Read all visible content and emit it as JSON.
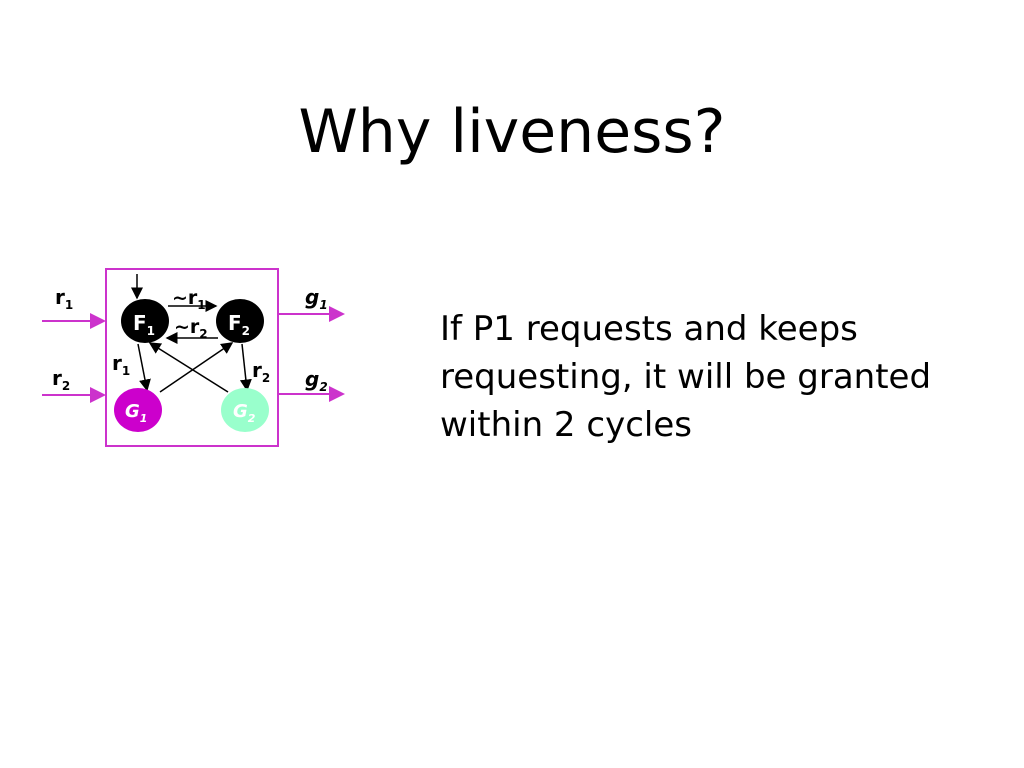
{
  "slide": {
    "title": "Why liveness?",
    "body_lines": [
      "If P1 requests and keeps",
      "requesting, it will be granted",
      "within 2 cycles"
    ]
  },
  "diagram": {
    "nodes": {
      "f1": {
        "letter": "F",
        "sub": "1"
      },
      "f2": {
        "letter": "F",
        "sub": "2"
      },
      "g1": {
        "letter": "G",
        "sub": "1"
      },
      "g2": {
        "letter": "G",
        "sub": "2"
      }
    },
    "inputs": {
      "r1": {
        "letter": "r",
        "sub": "1"
      },
      "r2": {
        "letter": "r",
        "sub": "2"
      }
    },
    "outputs": {
      "g1": {
        "letter": "g",
        "sub": "1"
      },
      "g2": {
        "letter": "g",
        "sub": "2"
      }
    },
    "edges": {
      "f1_to_f2": {
        "text": "~r",
        "sub": "1"
      },
      "f2_to_f1": {
        "text": "~r",
        "sub": "2"
      },
      "f1_to_g1": {
        "letter": "r",
        "sub": "1"
      },
      "f2_to_g2": {
        "letter": "r",
        "sub": "2"
      }
    },
    "colors": {
      "box": "#cc33cc",
      "f_nodes": "#000000",
      "g1_node": "#cc00cc",
      "g2_node": "#99ffcc"
    }
  }
}
